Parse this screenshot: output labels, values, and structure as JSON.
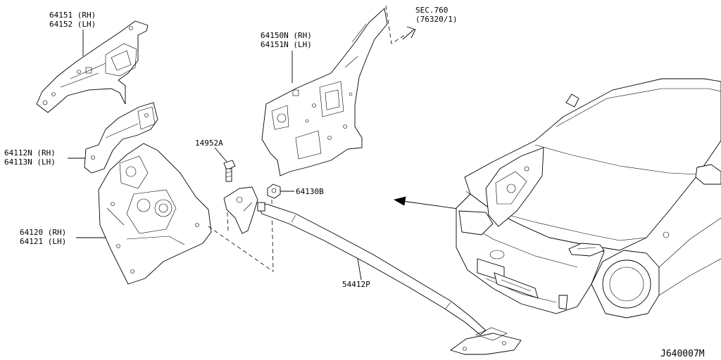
{
  "diagram_code": "J640007M",
  "section_ref": {
    "line1": "SEC.760",
    "line2": "(76320/1)"
  },
  "labels": {
    "p64151": [
      "64151 (RH)",
      "64152 (LH)"
    ],
    "p64150": [
      "64150N (RH)",
      "64151N (LH)"
    ],
    "p64112": [
      "64112N (RH)",
      "64113N (LH)"
    ],
    "p64120": [
      "64120 (RH)",
      "64121 (LH)"
    ],
    "p14952": [
      "14952A"
    ],
    "p64130": [
      "64130B"
    ],
    "p54412": [
      "54412P"
    ]
  }
}
